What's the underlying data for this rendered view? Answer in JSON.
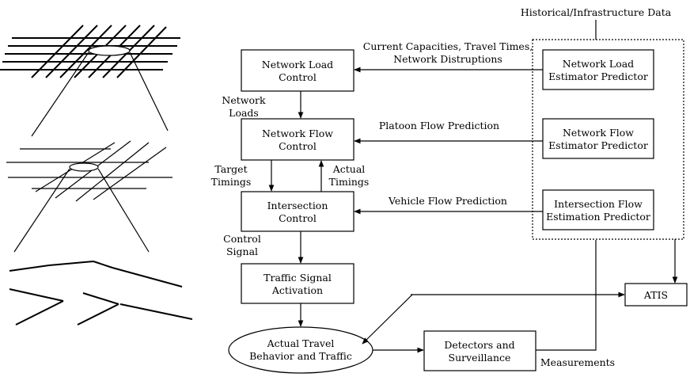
{
  "top_label": "Historical/Infrastructure Data",
  "boxes": {
    "network_load_control": [
      "Network Load",
      "Control"
    ],
    "network_flow_control": [
      "Network Flow",
      "Control"
    ],
    "intersection_control": [
      "Intersection",
      "Control"
    ],
    "traffic_signal_activation": [
      "Traffic Signal",
      "Activation"
    ],
    "network_load_estimator": [
      "Network Load",
      "Estimator Predictor"
    ],
    "network_flow_estimator": [
      "Network Flow",
      "Estimator Predictor"
    ],
    "intersection_flow_estimator": [
      "Intersection Flow",
      "Estimation Predictor"
    ],
    "atis": "ATIS",
    "detectors": [
      "Detectors and",
      "Surveillance"
    ],
    "actual_travel": [
      "Actual Travel",
      "Behavior and Traffic"
    ]
  },
  "edge_labels": {
    "current_capacities": [
      "Current Capacities, Travel Times,",
      "Network Distruptions"
    ],
    "network_loads": [
      "Network",
      "Loads"
    ],
    "platoon_flow": "Platoon Flow Prediction",
    "target_timings": [
      "Target",
      "Timings"
    ],
    "actual_timings": [
      "Actual",
      "Timings"
    ],
    "vehicle_flow": "Vehicle Flow Prediction",
    "control_signal": [
      "Control",
      "Signal"
    ],
    "measurements": "Measurements"
  }
}
